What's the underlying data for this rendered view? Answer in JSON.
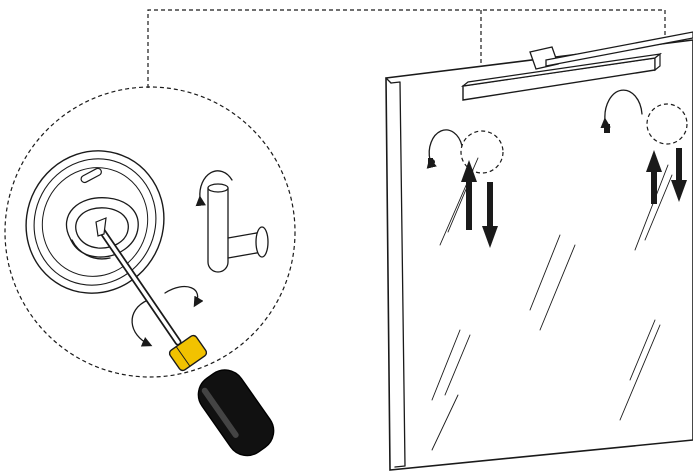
{
  "diagram": {
    "kind": "installation-instruction-illustration",
    "text_labels": [],
    "colors": {
      "line": "#1a1a1a",
      "background": "#ffffff",
      "screwdriver_collar": "#f2c200",
      "screwdriver_handle": "#111111",
      "fixture_fill": "#ffffff"
    },
    "icons": [
      "mirror-panel",
      "light-bar",
      "wall-bracket",
      "screwdriver",
      "rotation-arrow",
      "push-up-arrow",
      "pull-down-arrow",
      "wall-hook",
      "detail-magnifier-circle"
    ]
  }
}
